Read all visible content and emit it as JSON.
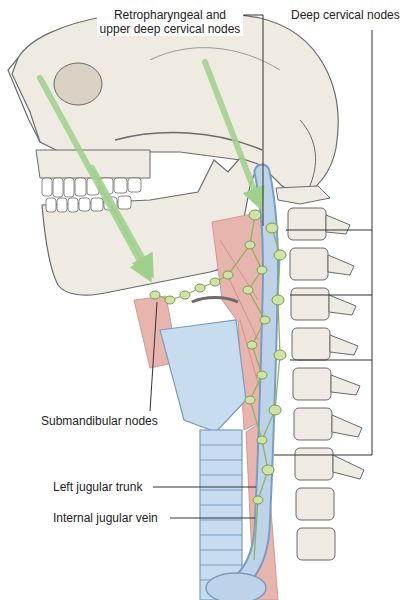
{
  "diagram": {
    "labels": [
      "Retropharyngeal and upper deep cervical nodes",
      "Deep cervical nodes",
      "Submandibular nodes",
      "Left jugular trunk",
      "Internal jugular vein"
    ]
  }
}
